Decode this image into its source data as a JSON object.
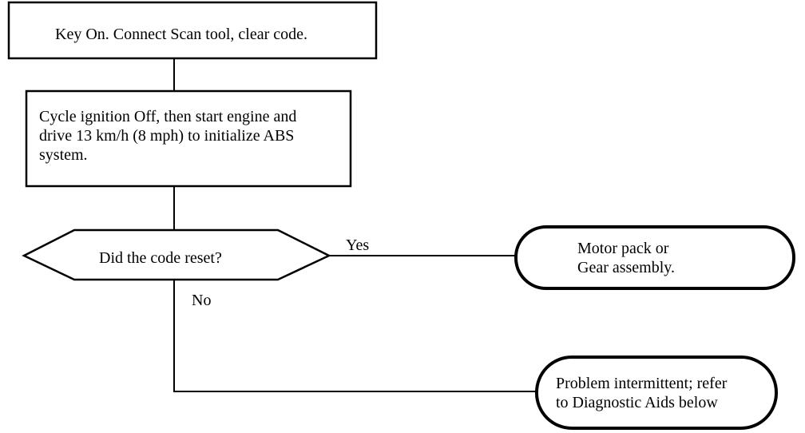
{
  "diagram": {
    "nodes": {
      "step1": {
        "text": "Key On. Connect Scan tool, clear code."
      },
      "step2": {
        "lines": [
          "Cycle ignition Off, then start engine and",
          "drive 13 km/h (8 mph) to initialize ABS",
          "system."
        ]
      },
      "decision": {
        "text": "Did the code reset?"
      },
      "result_yes": {
        "lines": [
          "Motor pack or",
          "Gear assembly."
        ]
      },
      "result_no": {
        "lines": [
          "Problem intermittent; refer",
          "to Diagnostic Aids below"
        ]
      }
    },
    "edges": {
      "yes_label": "Yes",
      "no_label": "No"
    }
  }
}
